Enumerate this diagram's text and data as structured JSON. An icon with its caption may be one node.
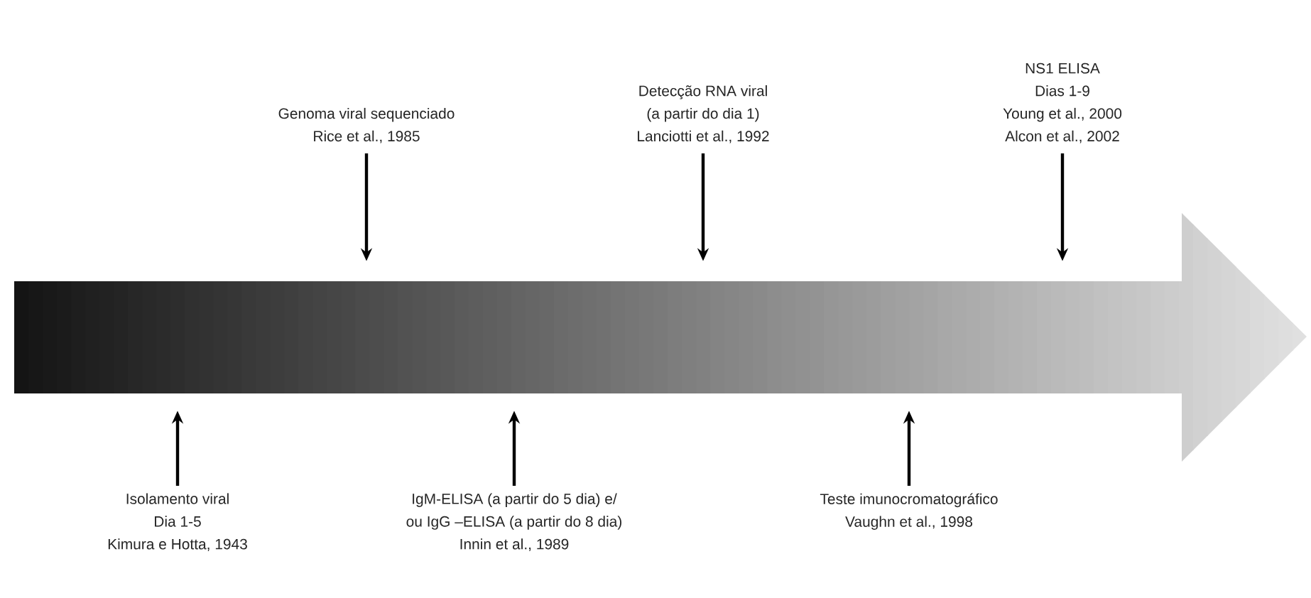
{
  "diagram": {
    "nodes": [
      {
        "text": [],
        "shape": "arrow"
      },
      {
        "text": [
          "Genoma viral sequenciado",
          "Rice et al., 1985"
        ]
      },
      {
        "text": [
          "Detecção RNA viral",
          "(a partir do dia 1)",
          "Lanciotti et al., 1992"
        ]
      },
      {
        "text": [
          "NS1 ELISA",
          "Dias 1-9",
          "Young et al., 2000",
          "Alcon et al., 2002"
        ]
      },
      {
        "text": [
          "Isolamento viral",
          "Dia 1-5",
          "Kimura e Hotta, 1943"
        ]
      },
      {
        "text": [
          "IgM-ELISA (a partir do 5 dia) e/",
          "ou IgG –ELISA (a partir do 8 dia)",
          "Innin et al., 1989"
        ]
      },
      {
        "text": [
          "Teste imunocromatográfico",
          "Vaughn et al., 1998"
        ]
      }
    ],
    "edges": [
      {
        "from": 1,
        "to": 0,
        "arrow": "to"
      },
      {
        "from": 2,
        "to": 0,
        "arrow": "to"
      },
      {
        "from": 3,
        "to": 0,
        "arrow": "to"
      },
      {
        "from": 4,
        "to": 0,
        "arrow": "to"
      },
      {
        "from": 5,
        "to": 0,
        "arrow": "to"
      },
      {
        "from": 6,
        "to": 0,
        "arrow": "to"
      }
    ]
  }
}
